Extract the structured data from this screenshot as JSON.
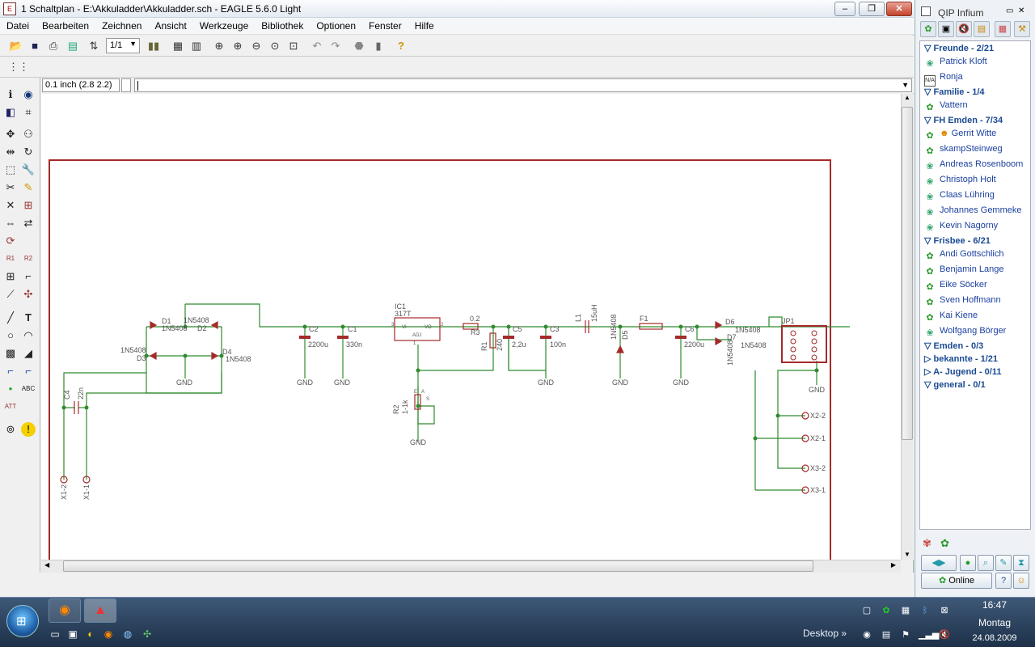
{
  "window": {
    "title": "1 Schaltplan - E:\\Akkuladder\\Akkuladder.sch - EAGLE 5.6.0 Light",
    "minimize": "–",
    "maximize": "❐",
    "close": "✕"
  },
  "menu": [
    "Datei",
    "Bearbeiten",
    "Zeichnen",
    "Ansicht",
    "Werkzeuge",
    "Bibliothek",
    "Optionen",
    "Fenster",
    "Hilfe"
  ],
  "toolbar": {
    "sheet_value": "1/1"
  },
  "coord_display": "0.1 inch (2.8 2.2)",
  "schematic": {
    "frame_color": "#a52a2a",
    "wire_color": "#2e8b2e",
    "labels": {
      "d1": "D1",
      "d1_val": "1N5408",
      "d2": "D2",
      "d2_val": "1N5408",
      "d3": "D3",
      "d3_val": "1N5408",
      "d4": "D4",
      "d4_val": "1N5408",
      "c4": "C4",
      "c4_val": "22n",
      "c2": "C2",
      "c2_val": "2200u",
      "c1": "C1",
      "c1_val": "330n",
      "ic1": "IC1",
      "ic1_val": "317T",
      "ic_vi": "VI",
      "ic_vo": "VO",
      "ic_adj": "ADJ",
      "r3": "R3",
      "r3_val": "0.2",
      "r1": "R1",
      "r1_val": "240",
      "c5": "C5",
      "c5_val": "2,2u",
      "c3": "C3",
      "c3_val": "100n",
      "l1": "L1",
      "l1_val": "15uH",
      "d5": "D5",
      "d5_val": "1N5408",
      "f1": "F1",
      "c6": "C6",
      "c6_val": "2200u",
      "d6": "D6",
      "d6_val": "1N5408",
      "d7": "D7",
      "d7_val": "1N5408",
      "jp1": "JP1",
      "r2": "R2",
      "r2_val": "1-1k",
      "gnd": "GND",
      "x1_2": "X1-2",
      "x1_1": "X1-1",
      "x2_2": "X2-2",
      "x2_1": "X2-1",
      "x3_2": "X3-2",
      "x3_1": "X3-1",
      "pin1": "1",
      "pin2": "2",
      "pin3": "3",
      "pin_e": "E",
      "pin_s": "S",
      "pin_a": "A"
    }
  },
  "qip": {
    "title": "QIP Infium",
    "groups": [
      {
        "name": "Freunde - 2/21",
        "contacts": [
          {
            "name": "Patrick Kloft",
            "status": "offline"
          },
          {
            "name": "Ronja",
            "status": "na"
          }
        ]
      },
      {
        "name": "Familie - 1/4",
        "contacts": [
          {
            "name": "Vattern",
            "status": "online"
          }
        ]
      },
      {
        "name": "FH Emden - 7/34",
        "contacts": [
          {
            "name": "Gerrit Witte",
            "status": "online"
          },
          {
            "name": "skampSteinweg",
            "status": "online"
          },
          {
            "name": "Andreas Rosenboom",
            "status": "offline"
          },
          {
            "name": "Christoph Holt",
            "status": "offline"
          },
          {
            "name": "Claas Lühring",
            "status": "offline"
          },
          {
            "name": "Johannes Gemmeke",
            "status": "offline"
          },
          {
            "name": "Kevin Nagorny",
            "status": "offline"
          }
        ]
      },
      {
        "name": "Frisbee - 6/21",
        "contacts": [
          {
            "name": "Andi Gottschlich",
            "status": "online"
          },
          {
            "name": "Benjamin Lange",
            "status": "online"
          },
          {
            "name": "Eike Söcker",
            "status": "online"
          },
          {
            "name": "Sven Hoffmann",
            "status": "online"
          },
          {
            "name": "Kai Kiene",
            "status": "online"
          },
          {
            "name": "Wolfgang Börger",
            "status": "offline"
          }
        ]
      },
      {
        "name": "Emden - 0/3",
        "contacts": []
      },
      {
        "name": "bekannte - 1/21",
        "contacts": []
      },
      {
        "name": "A- Jugend - 0/11",
        "contacts": []
      },
      {
        "name": "general - 0/1",
        "contacts": []
      }
    ],
    "status_button": "Online",
    "help_button": "?"
  },
  "taskbar": {
    "desktop_label": "Desktop",
    "time": "16:47",
    "day": "Montag",
    "date": "24.08.2009"
  }
}
